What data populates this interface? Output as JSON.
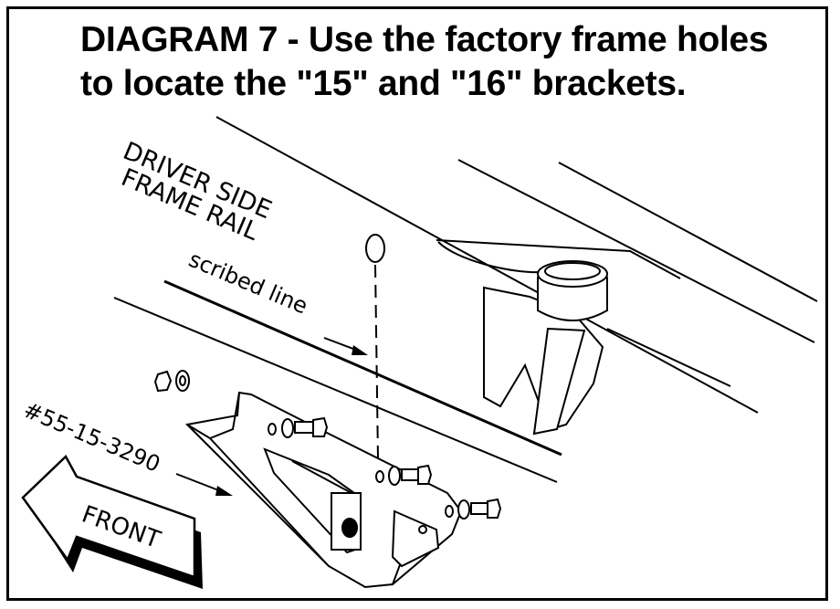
{
  "title": {
    "line1": "DIAGRAM 7 - Use the factory frame holes",
    "line2": "to locate the \"15\" and \"16\" brackets."
  },
  "labels": {
    "frame_rail_line1": "DRIVER SIDE",
    "frame_rail_line2": "FRAME RAIL",
    "scribed_line": "scribed line",
    "part_number": "#55-15-3290",
    "front_arrow": "FRONT"
  }
}
